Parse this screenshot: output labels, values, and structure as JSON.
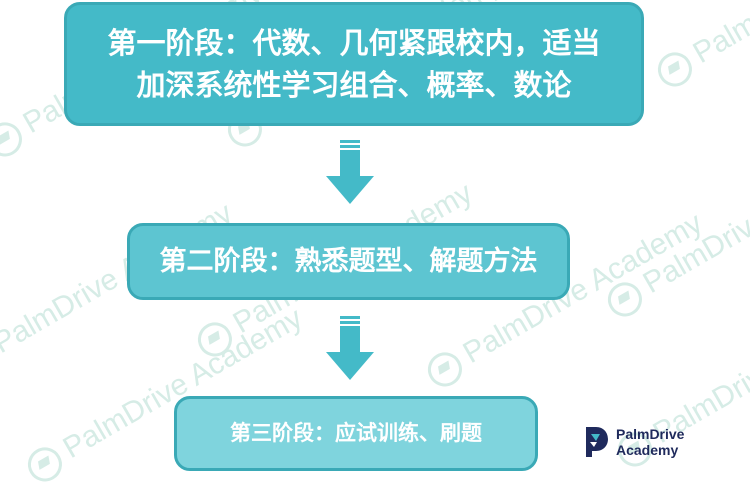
{
  "stages": [
    {
      "line1": "第一阶段：代数、几何紧跟校内，适当",
      "line2": "加深系统性学习组合、概率、数论"
    },
    {
      "line1": "第二阶段：熟悉题型、解题方法"
    },
    {
      "line1": "第三阶段：应试训练、刷题"
    }
  ],
  "watermark": "PalmDrive Academy",
  "logo": {
    "text": "PalmDrive Academy"
  },
  "colors": {
    "stage1": "#44bac8",
    "stage2": "#5dc5d1",
    "stage3": "#7fd4dd",
    "border": "#3aa9b6",
    "arrow": "#44bac8",
    "watermark": "#d6ece6",
    "logo_text": "#1f2a5c"
  }
}
